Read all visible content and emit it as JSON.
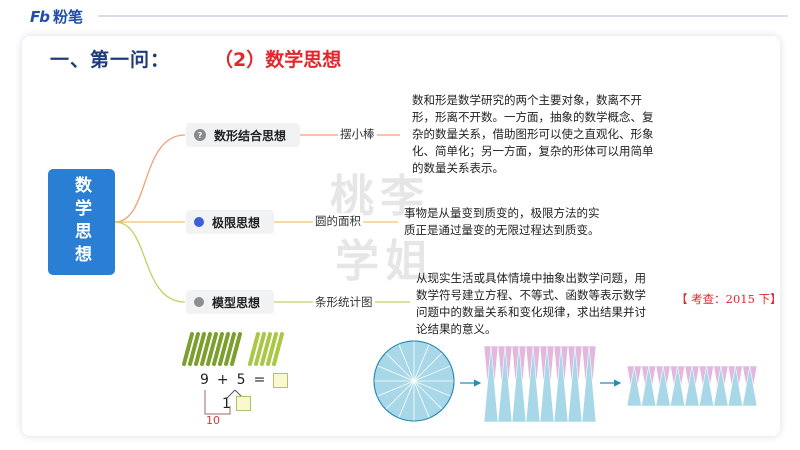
{
  "header": {
    "logo_mark": "Fb",
    "logo_text": "粉笔"
  },
  "title": {
    "main": "一、第一问：",
    "sub": "（2）数学思想"
  },
  "root": {
    "label": "数学思想"
  },
  "branches": [
    {
      "node": "数形结合思想",
      "leaf": "摆小棒",
      "desc": [
        "数和形是数学研究的两个主要对象，数离不开",
        "形，形离不开数。一方面，抽象的数学概念、复",
        "杂的数量关系，借助图形可以使之直观化、形象",
        "化、简单化；另一方面，复杂的形体可以用简单",
        "的数量关系表示。"
      ]
    },
    {
      "node": "极限思想",
      "leaf": "圆的面积",
      "desc": [
        "事物是从量变到质变的，极限方法的实",
        "质正是通过量变的无限过程达到质变。"
      ]
    },
    {
      "node": "模型思想",
      "leaf": "条形统计图",
      "desc": [
        "从现实生活或具体情境中抽象出数学问题，用",
        "数学符号建立方程、不等式、函数等表示数学",
        "问题中的数量关系和变化规律，求出结果并讨",
        "论结果的意义。"
      ]
    }
  ],
  "exam_note": "【 考查：2015 下】",
  "watermark": [
    "桃李",
    "学姐"
  ],
  "sticks": {
    "equation": [
      "9",
      "+",
      "5",
      "="
    ],
    "split": "1",
    "ten": "10"
  },
  "colors": {
    "accent": "#2a7fd4",
    "title": "#1f3b7a",
    "red": "#e3262b",
    "line1": "#f0a07a",
    "line2": "#f2c46a",
    "line3": "#c3cf6a"
  }
}
